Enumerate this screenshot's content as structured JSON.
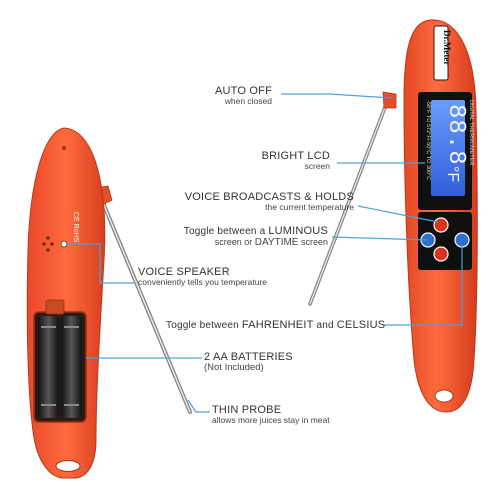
{
  "brand": {
    "logo_text": "Dr.Meter"
  },
  "device": {
    "lcd_reading": "88.8",
    "lcd_unit": "°F",
    "side_label_model": "DIGITAL THERMOMETER",
    "side_label_range": "-58°F TO 572°F/-50°C TO 300°C",
    "certification_marks": "CE RoHS"
  },
  "colors": {
    "body_orange": "#f2542d",
    "body_orange_dark": "#d8401d",
    "lcd_blue": "#3b6fe0",
    "probe_steel": "#b9bcc0",
    "callout_line": "#4aa3d6",
    "button_blue": "#2f6fd0",
    "button_red": "#d8341f"
  },
  "callouts": [
    {
      "title": "AUTO OFF",
      "subtitle": "when closed"
    },
    {
      "title": "BRIGHT LCD",
      "subtitle": "screen"
    },
    {
      "title": "VOICE BROADCASTS & HOLDS",
      "subtitle": "the current temperature"
    },
    {
      "title_pre": "Toggle between a ",
      "title_em": "LUMINOUS",
      "subtitle_pre": "screen or ",
      "subtitle_em": "DAYTIME",
      "subtitle_post": " screen"
    },
    {
      "title": "VOICE SPEAKER",
      "subtitle": "conveniently tells you temperature"
    },
    {
      "title_pre": "Toggle between ",
      "title_em": "FAHRENHEIT",
      "title_mid": " and ",
      "title_em2": "CELSIUS"
    },
    {
      "title": "2 AA BATTERIES",
      "subtitle": "(Not Included)"
    },
    {
      "title": "THIN PROBE",
      "subtitle": "allows more juices stay in meat"
    }
  ],
  "icons": [
    "speaker-grille-icon",
    "battery-icon",
    "power-button-icon",
    "light-button-icon",
    "unit-toggle-button-icon"
  ]
}
